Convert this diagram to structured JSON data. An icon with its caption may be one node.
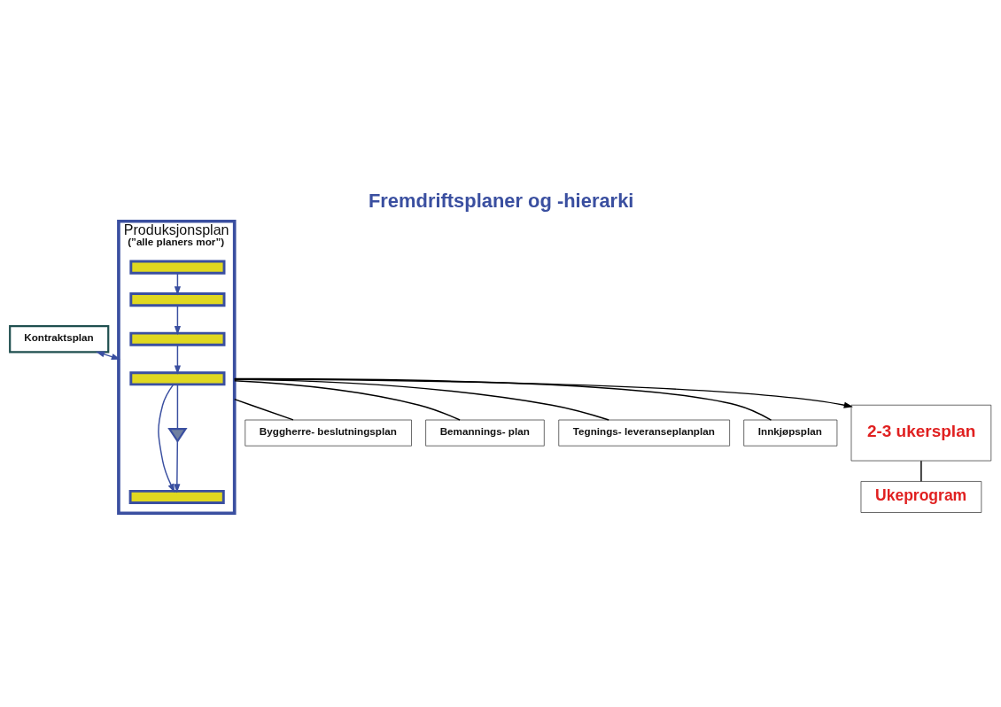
{
  "diagram": {
    "title": "Fremdriftsplaner og -hierarki",
    "nodes": [
      {
        "text": [
          "Kontraktsplan"
        ]
      },
      {
        "text": [
          "Produksjonsplan",
          "(”alle planers mor”)"
        ]
      },
      {
        "text": [],
        "shape": "bar",
        "in": 1
      },
      {
        "text": [],
        "shape": "bar",
        "in": 1
      },
      {
        "text": [],
        "shape": "bar",
        "in": 1
      },
      {
        "text": [],
        "shape": "bar",
        "in": 1
      },
      {
        "text": [],
        "shape": "bar",
        "in": 1
      },
      {
        "text": [],
        "shape": "triangle",
        "in": 1
      },
      {
        "text": [
          "Byggherre- beslutningsplan"
        ]
      },
      {
        "text": [
          "Bemannings- plan"
        ]
      },
      {
        "text": [
          "Tegnings- leveranseplanplan"
        ]
      },
      {
        "text": [
          "Innkjøpsplan"
        ]
      },
      {
        "text": [
          "2-3 ukersplan"
        ]
      },
      {
        "text": [
          "Ukeprogram"
        ]
      }
    ],
    "edges": [
      {
        "from": 0,
        "to": 1,
        "arrow": "both"
      },
      {
        "from": 2,
        "to": 3,
        "arrow": "to"
      },
      {
        "from": 3,
        "to": 4,
        "arrow": "to"
      },
      {
        "from": 4,
        "to": 5,
        "arrow": "to"
      },
      {
        "from": 5,
        "to": 6,
        "arrow": "to"
      },
      {
        "from": 5,
        "to": 7,
        "arrow": "none"
      },
      {
        "from": 7,
        "to": 6,
        "arrow": "to"
      },
      {
        "from": 1,
        "to": 8,
        "arrow": "none",
        "color": "#000000"
      },
      {
        "from": 1,
        "to": 9,
        "arrow": "none",
        "color": "#000000"
      },
      {
        "from": 1,
        "to": 12,
        "arrow": "to",
        "color": "#000000"
      },
      {
        "from": 1,
        "to": 10,
        "arrow": "none",
        "color": "#000000"
      },
      {
        "from": 1,
        "to": 11,
        "arrow": "none",
        "color": "#000000"
      },
      {
        "from": 12,
        "to": 13,
        "arrow": "none",
        "color": "#000000"
      }
    ]
  }
}
